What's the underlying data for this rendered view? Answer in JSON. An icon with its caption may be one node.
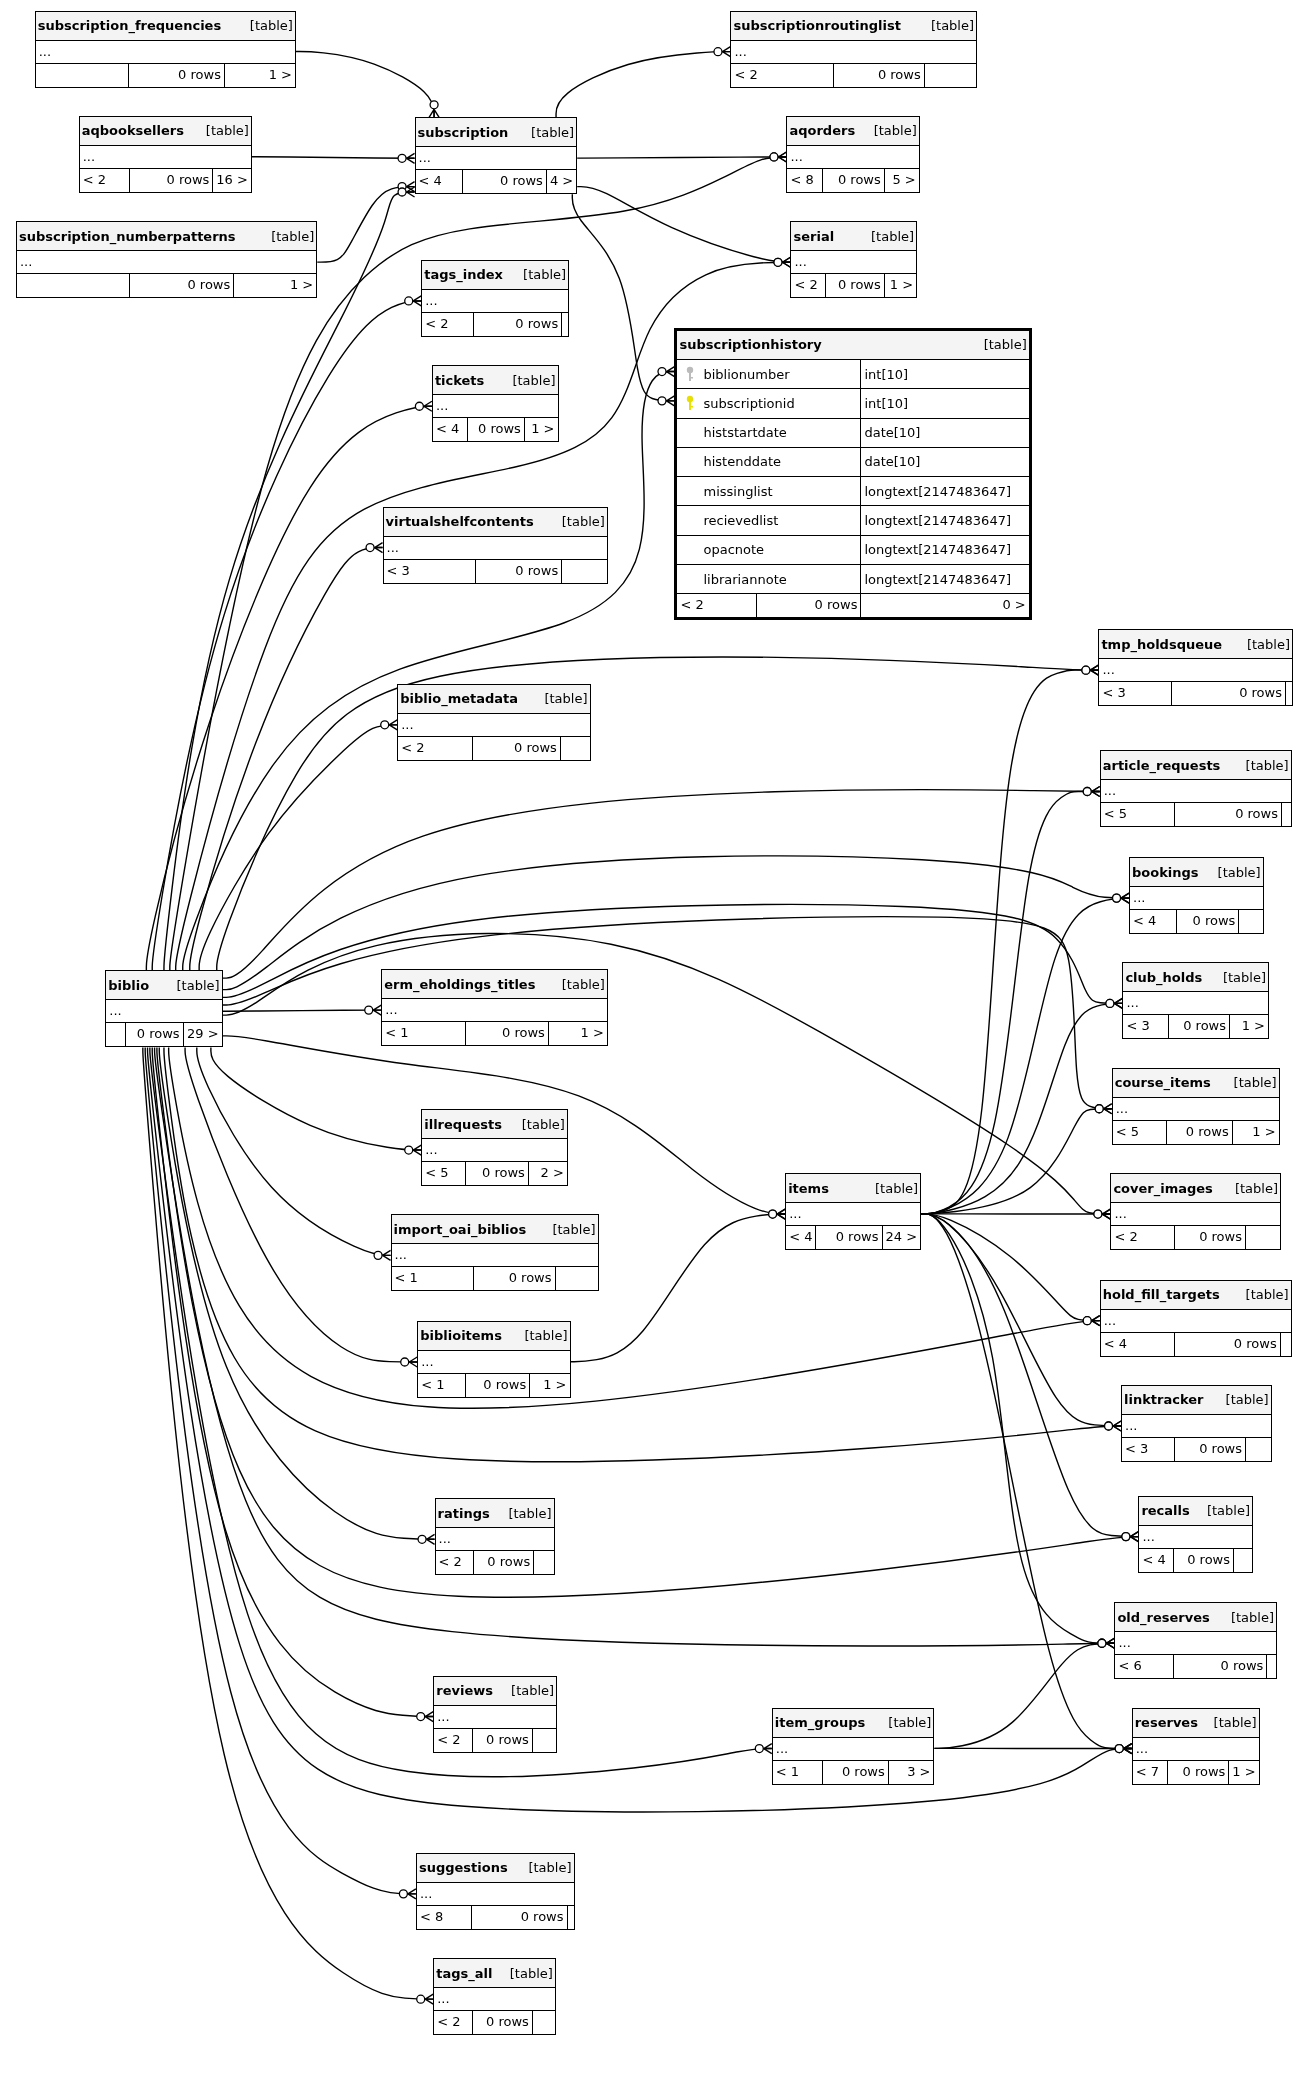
{
  "diagram": {
    "nodes": [
      {
        "text": [
          "subscription_frequencies",
          "[table]",
          "...",
          "0 rows",
          "1 >"
        ]
      },
      {
        "text": [
          "aqbooksellers",
          "[table]",
          "...",
          "< 2",
          "0 rows",
          "16 >"
        ]
      },
      {
        "text": [
          "subscription_numberpatterns",
          "[table]",
          "...",
          "0 rows",
          "1 >"
        ]
      },
      {
        "text": [
          "subscription",
          "[table]",
          "...",
          "< 4",
          "0 rows",
          "4 >"
        ]
      },
      {
        "text": [
          "subscriptionroutinglist",
          "[table]",
          "...",
          "< 2",
          "0 rows"
        ]
      },
      {
        "text": [
          "aqorders",
          "[table]",
          "...",
          "< 8",
          "0 rows",
          "5 >"
        ]
      },
      {
        "text": [
          "serial",
          "[table]",
          "...",
          "< 2",
          "0 rows",
          "1 >"
        ]
      },
      {
        "text": [
          "subscriptionhistory",
          "[table]",
          "biblionumber",
          "int[10]",
          "subscriptionid",
          "int[10]",
          "histstartdate",
          "date[10]",
          "histenddate",
          "date[10]",
          "missinglist",
          "longtext[2147483647]",
          "recievedlist",
          "longtext[2147483647]",
          "opacnote",
          "longtext[2147483647]",
          "librariannote",
          "longtext[2147483647]",
          "< 2",
          "0 rows",
          "0 >"
        ]
      },
      {
        "text": [
          "tags_index",
          "[table]",
          "...",
          "< 2",
          "0 rows"
        ]
      },
      {
        "text": [
          "tickets",
          "[table]",
          "...",
          "< 4",
          "0 rows",
          "1 >"
        ]
      },
      {
        "text": [
          "virtualshelfcontents",
          "[table]",
          "...",
          "< 3",
          "0 rows"
        ]
      },
      {
        "text": [
          "biblio_metadata",
          "[table]",
          "...",
          "< 2",
          "0 rows"
        ]
      },
      {
        "text": [
          "biblio",
          "[table]",
          "...",
          "0 rows",
          "29 >"
        ]
      },
      {
        "text": [
          "erm_eholdings_titles",
          "[table]",
          "...",
          "< 1",
          "0 rows",
          "1 >"
        ]
      },
      {
        "text": [
          "illrequests",
          "[table]",
          "...",
          "< 5",
          "0 rows",
          "2 >"
        ]
      },
      {
        "text": [
          "import_oai_biblios",
          "[table]",
          "...",
          "< 1",
          "0 rows"
        ]
      },
      {
        "text": [
          "biblioitems",
          "[table]",
          "...",
          "< 1",
          "0 rows",
          "1 >"
        ]
      },
      {
        "text": [
          "items",
          "[table]",
          "...",
          "< 4",
          "0 rows",
          "24 >"
        ]
      },
      {
        "text": [
          "ratings",
          "[table]",
          "...",
          "< 2",
          "0 rows"
        ]
      },
      {
        "text": [
          "reviews",
          "[table]",
          "...",
          "< 2",
          "0 rows"
        ]
      },
      {
        "text": [
          "item_groups",
          "[table]",
          "...",
          "< 1",
          "0 rows",
          "3 >"
        ]
      },
      {
        "text": [
          "suggestions",
          "[table]",
          "...",
          "< 8",
          "0 rows"
        ]
      },
      {
        "text": [
          "tags_all",
          "[table]",
          "...",
          "< 2",
          "0 rows"
        ]
      },
      {
        "text": [
          "tmp_holdsqueue",
          "[table]",
          "...",
          "< 3",
          "0 rows"
        ]
      },
      {
        "text": [
          "article_requests",
          "[table]",
          "...",
          "< 5",
          "0 rows"
        ]
      },
      {
        "text": [
          "bookings",
          "[table]",
          "...",
          "< 4",
          "0 rows"
        ]
      },
      {
        "text": [
          "club_holds",
          "[table]",
          "...",
          "< 3",
          "0 rows",
          "1 >"
        ]
      },
      {
        "text": [
          "course_items",
          "[table]",
          "...",
          "< 5",
          "0 rows",
          "1 >"
        ]
      },
      {
        "text": [
          "cover_images",
          "[table]",
          "...",
          "< 2",
          "0 rows"
        ]
      },
      {
        "text": [
          "hold_fill_targets",
          "[table]",
          "...",
          "< 4",
          "0 rows"
        ]
      },
      {
        "text": [
          "linktracker",
          "[table]",
          "...",
          "< 3",
          "0 rows"
        ]
      },
      {
        "text": [
          "recalls",
          "[table]",
          "...",
          "< 4",
          "0 rows"
        ]
      },
      {
        "text": [
          "old_reserves",
          "[table]",
          "...",
          "< 6",
          "0 rows"
        ]
      },
      {
        "text": [
          "reserves",
          "[table]",
          "...",
          "< 7",
          "0 rows",
          "1 >"
        ]
      }
    ],
    "edges": [
      {
        "from": 0,
        "to": 3,
        "arrow": "other"
      },
      {
        "from": 1,
        "to": 3,
        "arrow": "other"
      },
      {
        "from": 2,
        "to": 3,
        "arrow": "other"
      },
      {
        "from": 12,
        "to": 3,
        "arrow": "other"
      },
      {
        "from": 3,
        "to": 4,
        "arrow": "other"
      },
      {
        "from": 3,
        "to": 5,
        "arrow": "other"
      },
      {
        "from": 3,
        "to": 6,
        "arrow": "other"
      },
      {
        "from": 3,
        "to": 7,
        "arrow": "other"
      },
      {
        "from": 12,
        "to": 5,
        "arrow": "other"
      },
      {
        "from": 12,
        "to": 6,
        "arrow": "other"
      },
      {
        "from": 12,
        "to": 7,
        "arrow": "other"
      },
      {
        "from": 12,
        "to": 8,
        "arrow": "other"
      },
      {
        "from": 12,
        "to": 9,
        "arrow": "other"
      },
      {
        "from": 12,
        "to": 10,
        "arrow": "other"
      },
      {
        "from": 12,
        "to": 11,
        "arrow": "other"
      },
      {
        "from": 12,
        "to": 23,
        "arrow": "other"
      },
      {
        "from": 12,
        "to": 24,
        "arrow": "other"
      },
      {
        "from": 12,
        "to": 25,
        "arrow": "other"
      },
      {
        "from": 12,
        "to": 26,
        "arrow": "other"
      },
      {
        "from": 12,
        "to": 27,
        "arrow": "other"
      },
      {
        "from": 12,
        "to": 28,
        "arrow": "other"
      },
      {
        "from": 12,
        "to": 13,
        "arrow": "other"
      },
      {
        "from": 12,
        "to": 17,
        "arrow": "other"
      },
      {
        "from": 12,
        "to": 14,
        "arrow": "other"
      },
      {
        "from": 12,
        "to": 15,
        "arrow": "other"
      },
      {
        "from": 12,
        "to": 16,
        "arrow": "other"
      },
      {
        "from": 16,
        "to": 17,
        "arrow": "other"
      },
      {
        "from": 12,
        "to": 29,
        "arrow": "other"
      },
      {
        "from": 12,
        "to": 30,
        "arrow": "other"
      },
      {
        "from": 12,
        "to": 18,
        "arrow": "other"
      },
      {
        "from": 12,
        "to": 31,
        "arrow": "other"
      },
      {
        "from": 12,
        "to": 32,
        "arrow": "other"
      },
      {
        "from": 12,
        "to": 19,
        "arrow": "other"
      },
      {
        "from": 12,
        "to": 20,
        "arrow": "other"
      },
      {
        "from": 12,
        "to": 33,
        "arrow": "other"
      },
      {
        "from": 12,
        "to": 21,
        "arrow": "other"
      },
      {
        "from": 12,
        "to": 22,
        "arrow": "other"
      },
      {
        "from": 17,
        "to": 23,
        "arrow": "other"
      },
      {
        "from": 17,
        "to": 24,
        "arrow": "other"
      },
      {
        "from": 17,
        "to": 25,
        "arrow": "other"
      },
      {
        "from": 17,
        "to": 26,
        "arrow": "other"
      },
      {
        "from": 17,
        "to": 27,
        "arrow": "other"
      },
      {
        "from": 17,
        "to": 28,
        "arrow": "other"
      },
      {
        "from": 17,
        "to": 29,
        "arrow": "other"
      },
      {
        "from": 17,
        "to": 30,
        "arrow": "other"
      },
      {
        "from": 17,
        "to": 31,
        "arrow": "other"
      },
      {
        "from": 17,
        "to": 32,
        "arrow": "other"
      },
      {
        "from": 17,
        "to": 33,
        "arrow": "other"
      },
      {
        "from": 20,
        "to": 32,
        "arrow": "other"
      },
      {
        "from": 20,
        "to": 33,
        "arrow": "other"
      }
    ]
  }
}
